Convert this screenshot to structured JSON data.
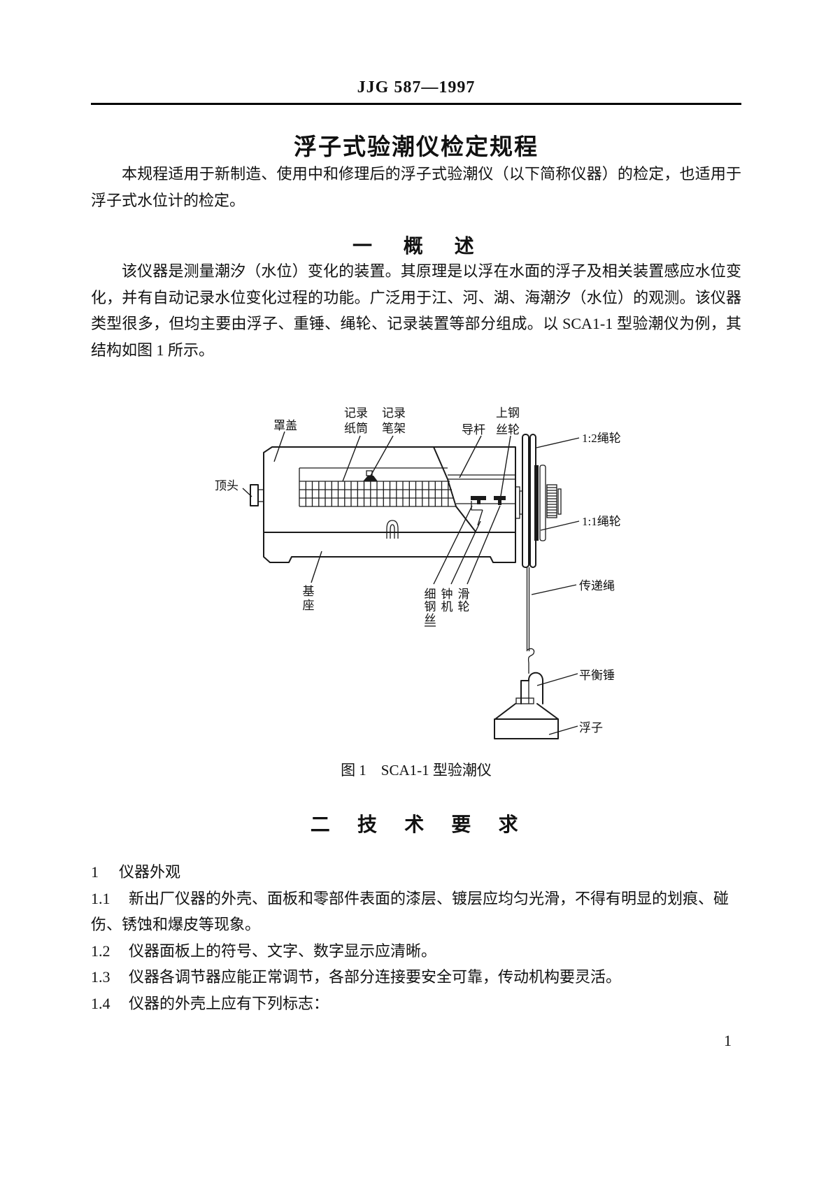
{
  "page": {
    "header": "JJG 587—1997",
    "page_number": "1"
  },
  "document": {
    "title": "浮子式验潮仪检定规程",
    "intro": "本规程适用于新制造、使用中和修理后的浮子式验潮仪（以下简称仪器）的检定，也适用于浮子式水位计的检定。",
    "section_overview": {
      "heading": "一　概　述",
      "body": "该仪器是测量潮汐（水位）变化的装置。其原理是以浮在水面的浮子及相关装置感应水位变化，并有自动记录水位变化过程的功能。广泛用于江、河、湖、海潮汐（水位）的观测。该仪器类型很多，但均主要由浮子、重锤、绳轮、记录装置等部分组成。以 SCA1-1 型验潮仪为例，其结构如图 1 所示。"
    },
    "figure": {
      "caption": "图 1　SCA1-1 型验潮仪",
      "labels": {
        "cover": "罩盖",
        "top_head": "顶头",
        "record_paper_1": "记录",
        "record_paper_2": "纸筒",
        "record_pen_1": "记录",
        "record_pen_2": "笔架",
        "guide_rod": "导杆",
        "upper_wire_wheel_1": "上钢",
        "upper_wire_wheel_2": "丝轮",
        "rope_wheel_1_2": "1:2绳轮",
        "rope_wheel_1_1": "1:1绳轮",
        "base_1": "基",
        "base_2": "座",
        "fine_wire_1": "细",
        "fine_wire_2": "钢",
        "fine_wire_3": "丝",
        "clockwork_1": "钟",
        "clockwork_2": "机",
        "pulley_1": "滑",
        "pulley_2": "轮",
        "transfer_rope": "传递绳",
        "balance_weight": "平衡锤",
        "float": "浮子"
      }
    },
    "section_tech": {
      "heading": "二　技　术　要　求",
      "items": [
        {
          "num": "1",
          "text": "仪器外观"
        },
        {
          "num": "1.1",
          "text": "新出厂仪器的外壳、面板和零部件表面的漆层、镀层应均匀光滑，不得有明显的划痕、碰伤、锈蚀和爆皮等现象。"
        },
        {
          "num": "1.2",
          "text": "仪器面板上的符号、文字、数字显示应清晰。"
        },
        {
          "num": "1.3",
          "text": "仪器各调节器应能正常调节，各部分连接要安全可靠，传动机构要灵活。"
        },
        {
          "num": "1.4",
          "text": "仪器的外壳上应有下列标志："
        }
      ]
    }
  }
}
